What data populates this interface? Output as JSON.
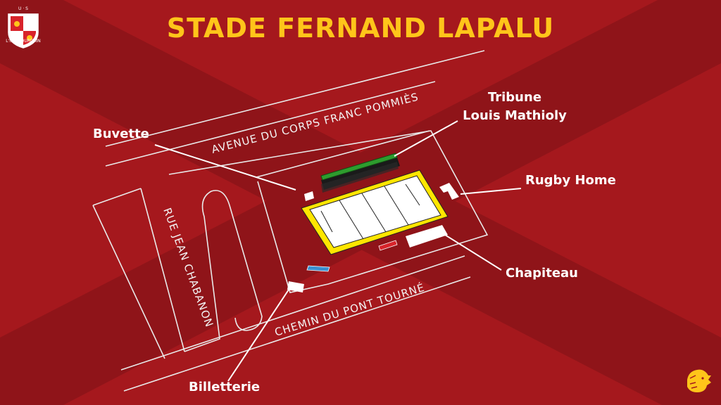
{
  "title": "STADE FERNAND LAPALU",
  "streets": {
    "avenue": "AVENUE DU CORPS FRANC POMMIÈS",
    "rue": "RUE JEAN CHABANON",
    "chemin": "CHEMIN DU PONT TOURNÉ"
  },
  "labels": {
    "buvette": "Buvette",
    "tribune_line1": "Tribune",
    "tribune_line2": "Louis Mathioly",
    "rugby_home": "Rugby Home",
    "chapiteau": "Chapiteau",
    "billetterie": "Billetterie"
  },
  "club_logo": {
    "letters": "U · S",
    "name": "L'ISLE JOURDAIN"
  },
  "colors": {
    "background": "#a5181d",
    "title": "#ffc51a",
    "pitch_border": "#ffe600",
    "tribune": "#2e9c2e",
    "lines": "#ffffff",
    "small_red": "#d8232a",
    "small_blue": "#3a8fd0"
  }
}
